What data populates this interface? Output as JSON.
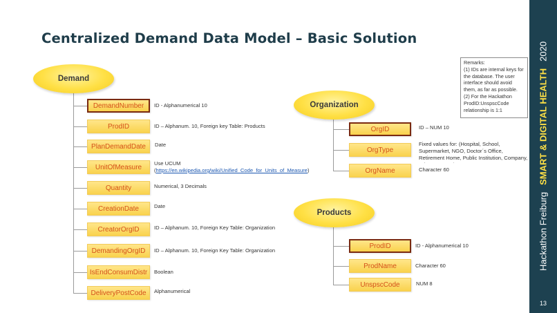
{
  "title": "Centralized Demand Data Model – Basic Solution",
  "remarks": "Remarks:\n(1) IDs are internal keys for the database. The user interface should avoid them, as far as possible.\n(2) For the Hackathon ProdID:UnspscCode relationship is 1:1",
  "sidebar": {
    "event": "Hackathon Freiburg",
    "theme": "SMART & DIGITAL HEALTH",
    "year": "2020",
    "page": "13"
  },
  "demand": {
    "label": "Demand",
    "fields": [
      {
        "name": "DemandNumber",
        "desc": "ID - Alphanumerical 10"
      },
      {
        "name": "ProdID",
        "desc": "ID – Alphanum. 10, Foreign key Table: Products"
      },
      {
        "name": "PlanDemandDate",
        "desc": "Date"
      },
      {
        "name": "UnitOfMeasure",
        "desc": "Use UCUM",
        "link": "https://en.wikipedia.org/wiki/Unified_Code_for_Units_of_Measure"
      },
      {
        "name": "Quantity",
        "desc": "Numerical, 3 Decimals"
      },
      {
        "name": "CreationDate",
        "desc": "Date"
      },
      {
        "name": "CreatorOrgID",
        "desc": "ID – Alphanum. 10, Foreign Key Table: Organization"
      },
      {
        "name": "DemandingOrgID",
        "desc": "ID – Alphanum. 10, Foreign Key Table: Organization"
      },
      {
        "name": "IsEndConsumDistr",
        "desc": "Boolean"
      },
      {
        "name": "DeliveryPostCode",
        "desc": "Alphanumerical"
      }
    ]
  },
  "organization": {
    "label": "Organization",
    "fields": [
      {
        "name": "OrgID",
        "desc": "ID – NUM 10"
      },
      {
        "name": "OrgType",
        "desc": "Fixed values for: (Hospital, School, Supermarket, NGO, Doctor´s Office, Retirement Home, Public Institution, Company, Private Person)"
      },
      {
        "name": "OrgName",
        "desc": "Character 60"
      }
    ]
  },
  "products": {
    "label": "Products",
    "fields": [
      {
        "name": "ProdID",
        "desc": "ID - Alphanumerical 10"
      },
      {
        "name": "ProdName",
        "desc": "Character 60"
      },
      {
        "name": "UnspscCode",
        "desc": "NUM 8"
      }
    ]
  }
}
